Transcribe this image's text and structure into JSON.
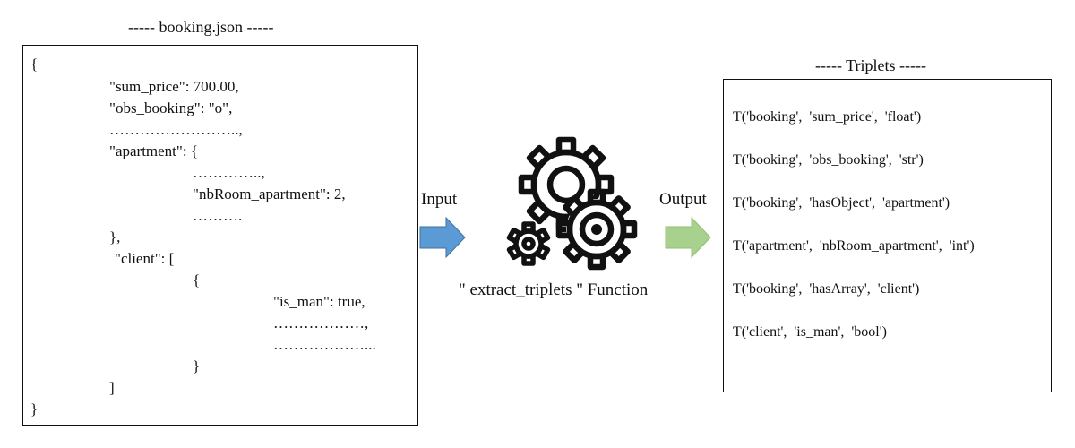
{
  "json_panel": {
    "title": "----- booking.json -----",
    "lines": [
      "{",
      "\"sum_price\": 700.00,",
      "\"obs_booking\": \"o\",",
      "……………………..,",
      "\"apartment\": {",
      "…………..,",
      "\"nbRoom_apartment\": 2,",
      "……….",
      "},",
      "\"client\": [",
      "{",
      "\"is_man\": true,",
      "………………,",
      "………………...",
      "}",
      "]",
      "}"
    ]
  },
  "flow": {
    "input_label": "Input",
    "function_label": "\" extract_triplets \" Function",
    "output_label": "Output",
    "input_arrow_color": "#5b9bd5",
    "output_arrow_color": "#a9d18e",
    "function_icon": "gears-icon"
  },
  "triplets_panel": {
    "title": "----- Triplets -----",
    "items": [
      "T('booking',  'sum_price',  'float')",
      "T('booking',  'obs_booking',  'str')",
      "T('booking',  'hasObject',  'apartment')",
      "T('apartment',  'nbRoom_apartment',  'int')",
      "T('booking',  'hasArray',  'client')",
      "T('client',  'is_man',  'bool')"
    ]
  }
}
